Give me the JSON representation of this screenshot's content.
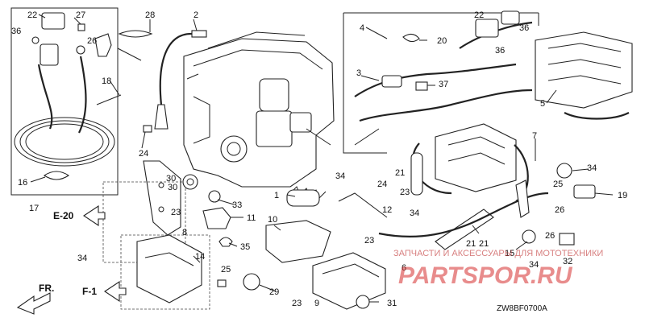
{
  "diagram": {
    "code": "ZW8BF0700A",
    "section_refs": {
      "e20": "E-20",
      "f1": "F-1",
      "fr": "FR."
    },
    "watermark": {
      "tagline": "ЗАПЧАСТИ И АКСЕССУАРЫ ДЛЯ МОТОТЕХНИКИ",
      "logo_text": "PARTSPOR.RU"
    },
    "callouts": [
      "22",
      "27",
      "28",
      "2",
      "36",
      "26",
      "17",
      "18",
      "24",
      "16",
      "4",
      "20",
      "22",
      "36",
      "36",
      "3",
      "37",
      "5",
      "7",
      "21",
      "34",
      "24",
      "21",
      "1",
      "34",
      "30",
      "23",
      "33",
      "23",
      "11",
      "8",
      "10",
      "19",
      "26",
      "26",
      "34",
      "25",
      "35",
      "34",
      "14",
      "29",
      "15",
      "34",
      "32",
      "6",
      "12",
      "23",
      "25",
      "23",
      "9",
      "31",
      "21",
      "30"
    ]
  },
  "colors": {
    "line": "#222222",
    "watermark": "#d63030"
  }
}
